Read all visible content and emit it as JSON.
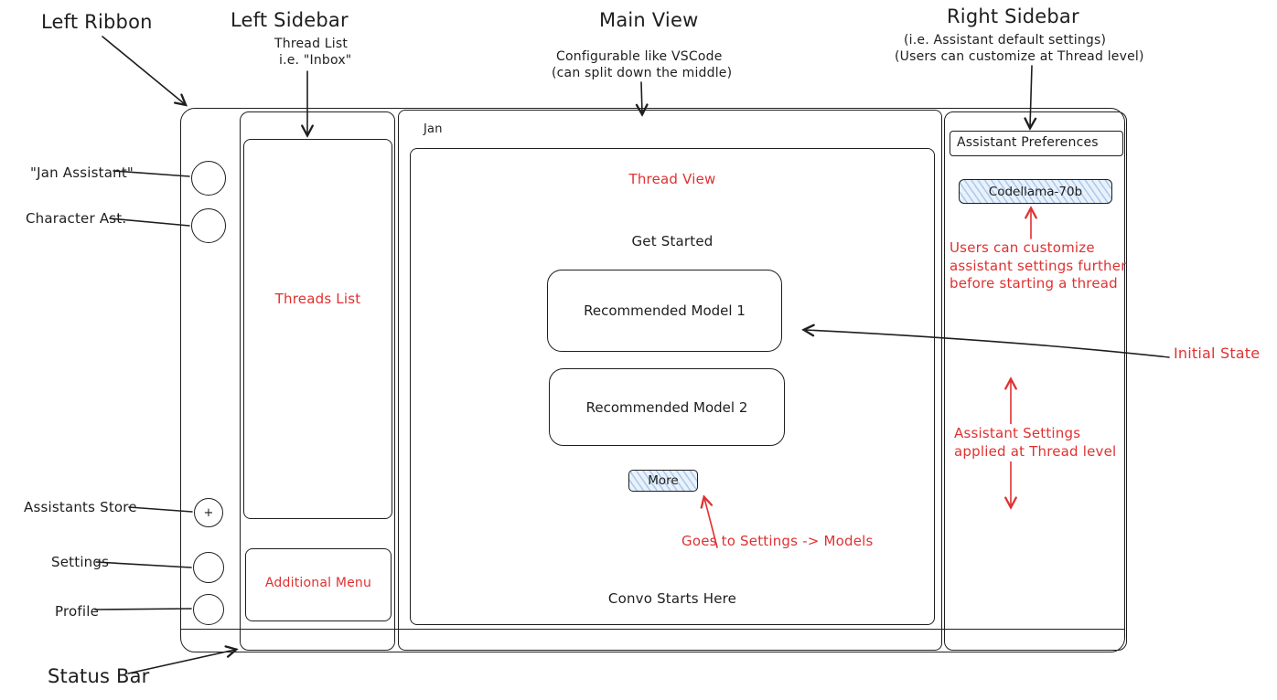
{
  "colors": {
    "stroke": "#1e1e1e",
    "accent_red": "#e03131",
    "hatch_fill": "#e9f2fc"
  },
  "callouts": {
    "left_ribbon": "Left Ribbon",
    "left_sidebar": {
      "title": "Left Sidebar",
      "sub1": "Thread List",
      "sub2": "i.e. \"Inbox\""
    },
    "main_view": {
      "title": "Main View",
      "sub1": "Configurable like VSCode",
      "sub2": "(can split down the middle)"
    },
    "right_sidebar": {
      "title": "Right Sidebar",
      "sub1": "(i.e. Assistant default settings)",
      "sub2": "(Users can customize at Thread level)"
    },
    "jan_assistant": "\"Jan Assistant\"",
    "character_ast": "Character Ast.",
    "assistants_store": "Assistants Store",
    "settings": "Settings",
    "profile": "Profile",
    "status_bar": "Status Bar",
    "initial_state": "Initial State"
  },
  "wireframe": {
    "window_title": "Jan",
    "ribbon": {
      "plus": "+"
    },
    "sidebar": {
      "threads_list": "Threads List",
      "additional_menu": "Additional Menu"
    },
    "main": {
      "thread_view": "Thread View",
      "get_started": "Get Started",
      "model1": "Recommended Model 1",
      "model2": "Recommended Model 2",
      "more": "More",
      "convo_starts": "Convo Starts Here",
      "goes_to_settings": "Goes to Settings -> Models"
    },
    "right": {
      "header": "Assistant Preferences",
      "model_badge": "Codellama-70b",
      "customize_note": "Users can customize assistant settings further before starting a thread",
      "thread_level_note": "Assistant Settings applied at Thread level"
    }
  }
}
